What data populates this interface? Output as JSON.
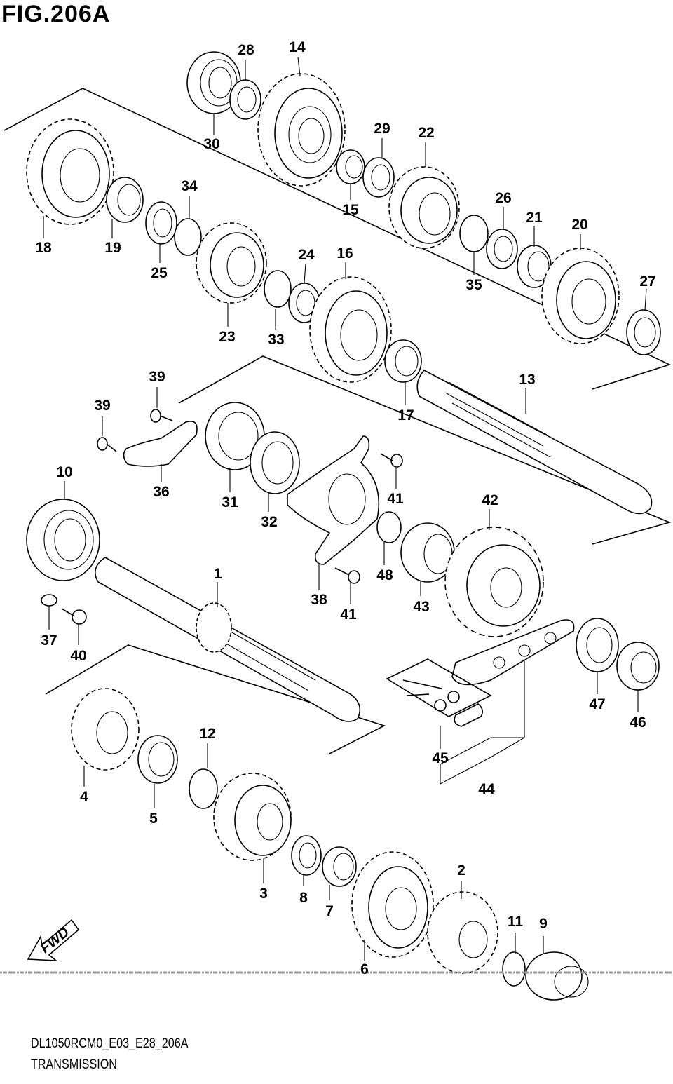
{
  "figure": {
    "title": "FIG.206A",
    "model_code": "DL1050RCM0_E03_E28_206A",
    "section_name": "TRANSMISSION",
    "direction_label": "FWD"
  },
  "callouts": [
    "1",
    "2",
    "3",
    "4",
    "5",
    "6",
    "7",
    "8",
    "9",
    "10",
    "11",
    "12",
    "13",
    "14",
    "15",
    "16",
    "17",
    "18",
    "19",
    "20",
    "21",
    "22",
    "23",
    "24",
    "25",
    "26",
    "27",
    "28",
    "29",
    "30",
    "31",
    "32",
    "33",
    "34",
    "35",
    "36",
    "37",
    "38",
    "39",
    "40",
    "41",
    "42",
    "43",
    "44",
    "45",
    "46",
    "47",
    "48"
  ]
}
